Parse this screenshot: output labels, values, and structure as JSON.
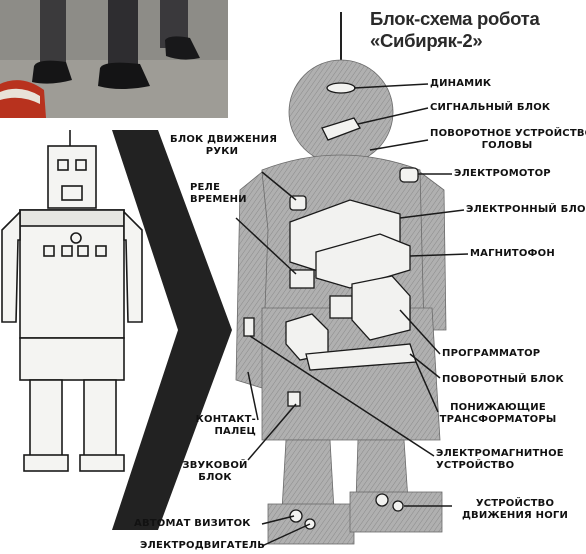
{
  "title": {
    "line1": "Блок-схема робота",
    "line2": "«Сибиряк-2»"
  },
  "labels": {
    "speaker": "динамик",
    "signal_block": "сигнальный блок",
    "head_rotator_1": "поворотное устройство",
    "head_rotator_2": "головы",
    "arm_motion_1": "блок движения",
    "arm_motion_2": "руки",
    "time_relay_1": "реле",
    "time_relay_2": "времени",
    "electromotor": "электромотор",
    "electronic_block": "электронный блок",
    "tape_recorder": "магнитофон",
    "programmer": "программатор",
    "rotary_block": "поворотный блок",
    "transformers_1": "понижающие",
    "transformers_2": "трансформаторы",
    "contact_finger_1": "контакт-",
    "contact_finger_2": "палец",
    "sound_block_1": "звуковой",
    "sound_block_2": "блок",
    "electromagnetic_1": "электромагнитное",
    "electromagnetic_2": "устройство",
    "leg_motion_1": "устройство",
    "leg_motion_2": "движения ноги",
    "card_automat": "автомат визиток",
    "electric_motor": "электродвигатель"
  },
  "colors": {
    "figure_gray": "#a8a8a8",
    "figure_dark": "#7c7c7c",
    "line": "#1a1a1a",
    "chevron": "#222222",
    "photo_bg": "#8a8a86"
  }
}
